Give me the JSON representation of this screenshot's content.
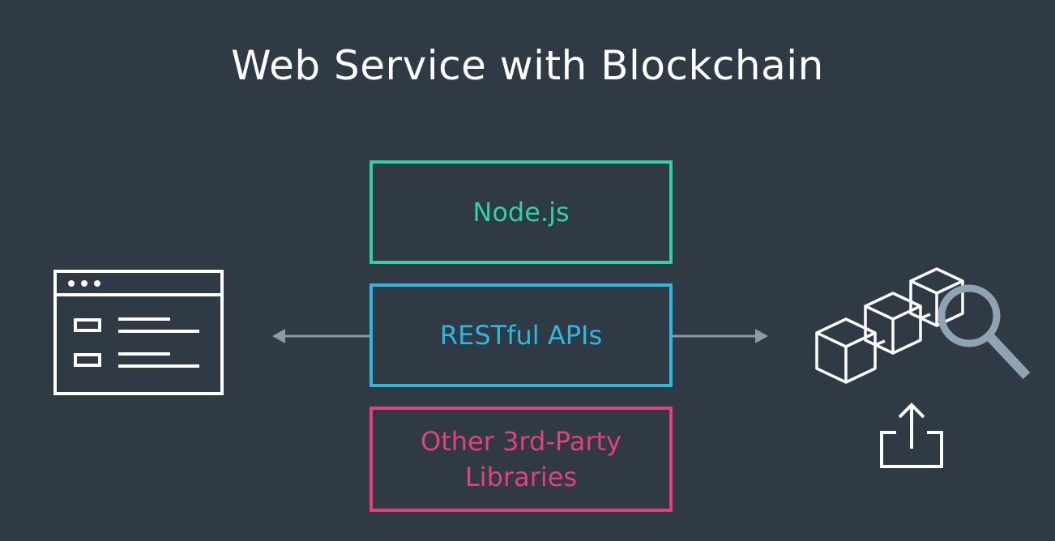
{
  "title": "Web Service with Blockchain",
  "layers": {
    "node": "Node.js",
    "rest": "RESTful APIs",
    "other": "Other 3rd-Party\nLibraries"
  },
  "icons": {
    "left": "browser-window-icon",
    "right": "blockchain-blocks-icon",
    "search": "magnifier-icon",
    "share": "share-upload-icon"
  },
  "colors": {
    "background": "#2f3a45",
    "node": "#2ed3a4",
    "rest": "#2db8df",
    "other": "#e4407c",
    "arrow": "#8a9aa8",
    "magnifier": "#8fa3b3",
    "icon": "#ffffff"
  }
}
